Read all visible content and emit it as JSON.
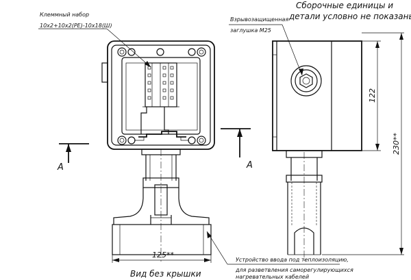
{
  "labels": {
    "terminal_title": "Клеммный набор",
    "terminal_spec": "10х2+10х2(PE)-10х18(Ш)",
    "assembly_note_line1": "Сборочные единицы и",
    "assembly_note_line2": "детали условно не показаны",
    "plug_line1": "Взрывозащищенная",
    "plug_line2": "заглушка М25",
    "section_left": "А",
    "section_right": "А",
    "dim_width": "125**",
    "dim_height_box": "122",
    "dim_height_total": "230**",
    "view_caption": "Вид без крышки",
    "entry_line1": "Устройство ввода под теплоизоляцию,",
    "entry_line2": "для разветвления саморегулирующихся",
    "entry_line3": "нагревательных кабелей"
  }
}
